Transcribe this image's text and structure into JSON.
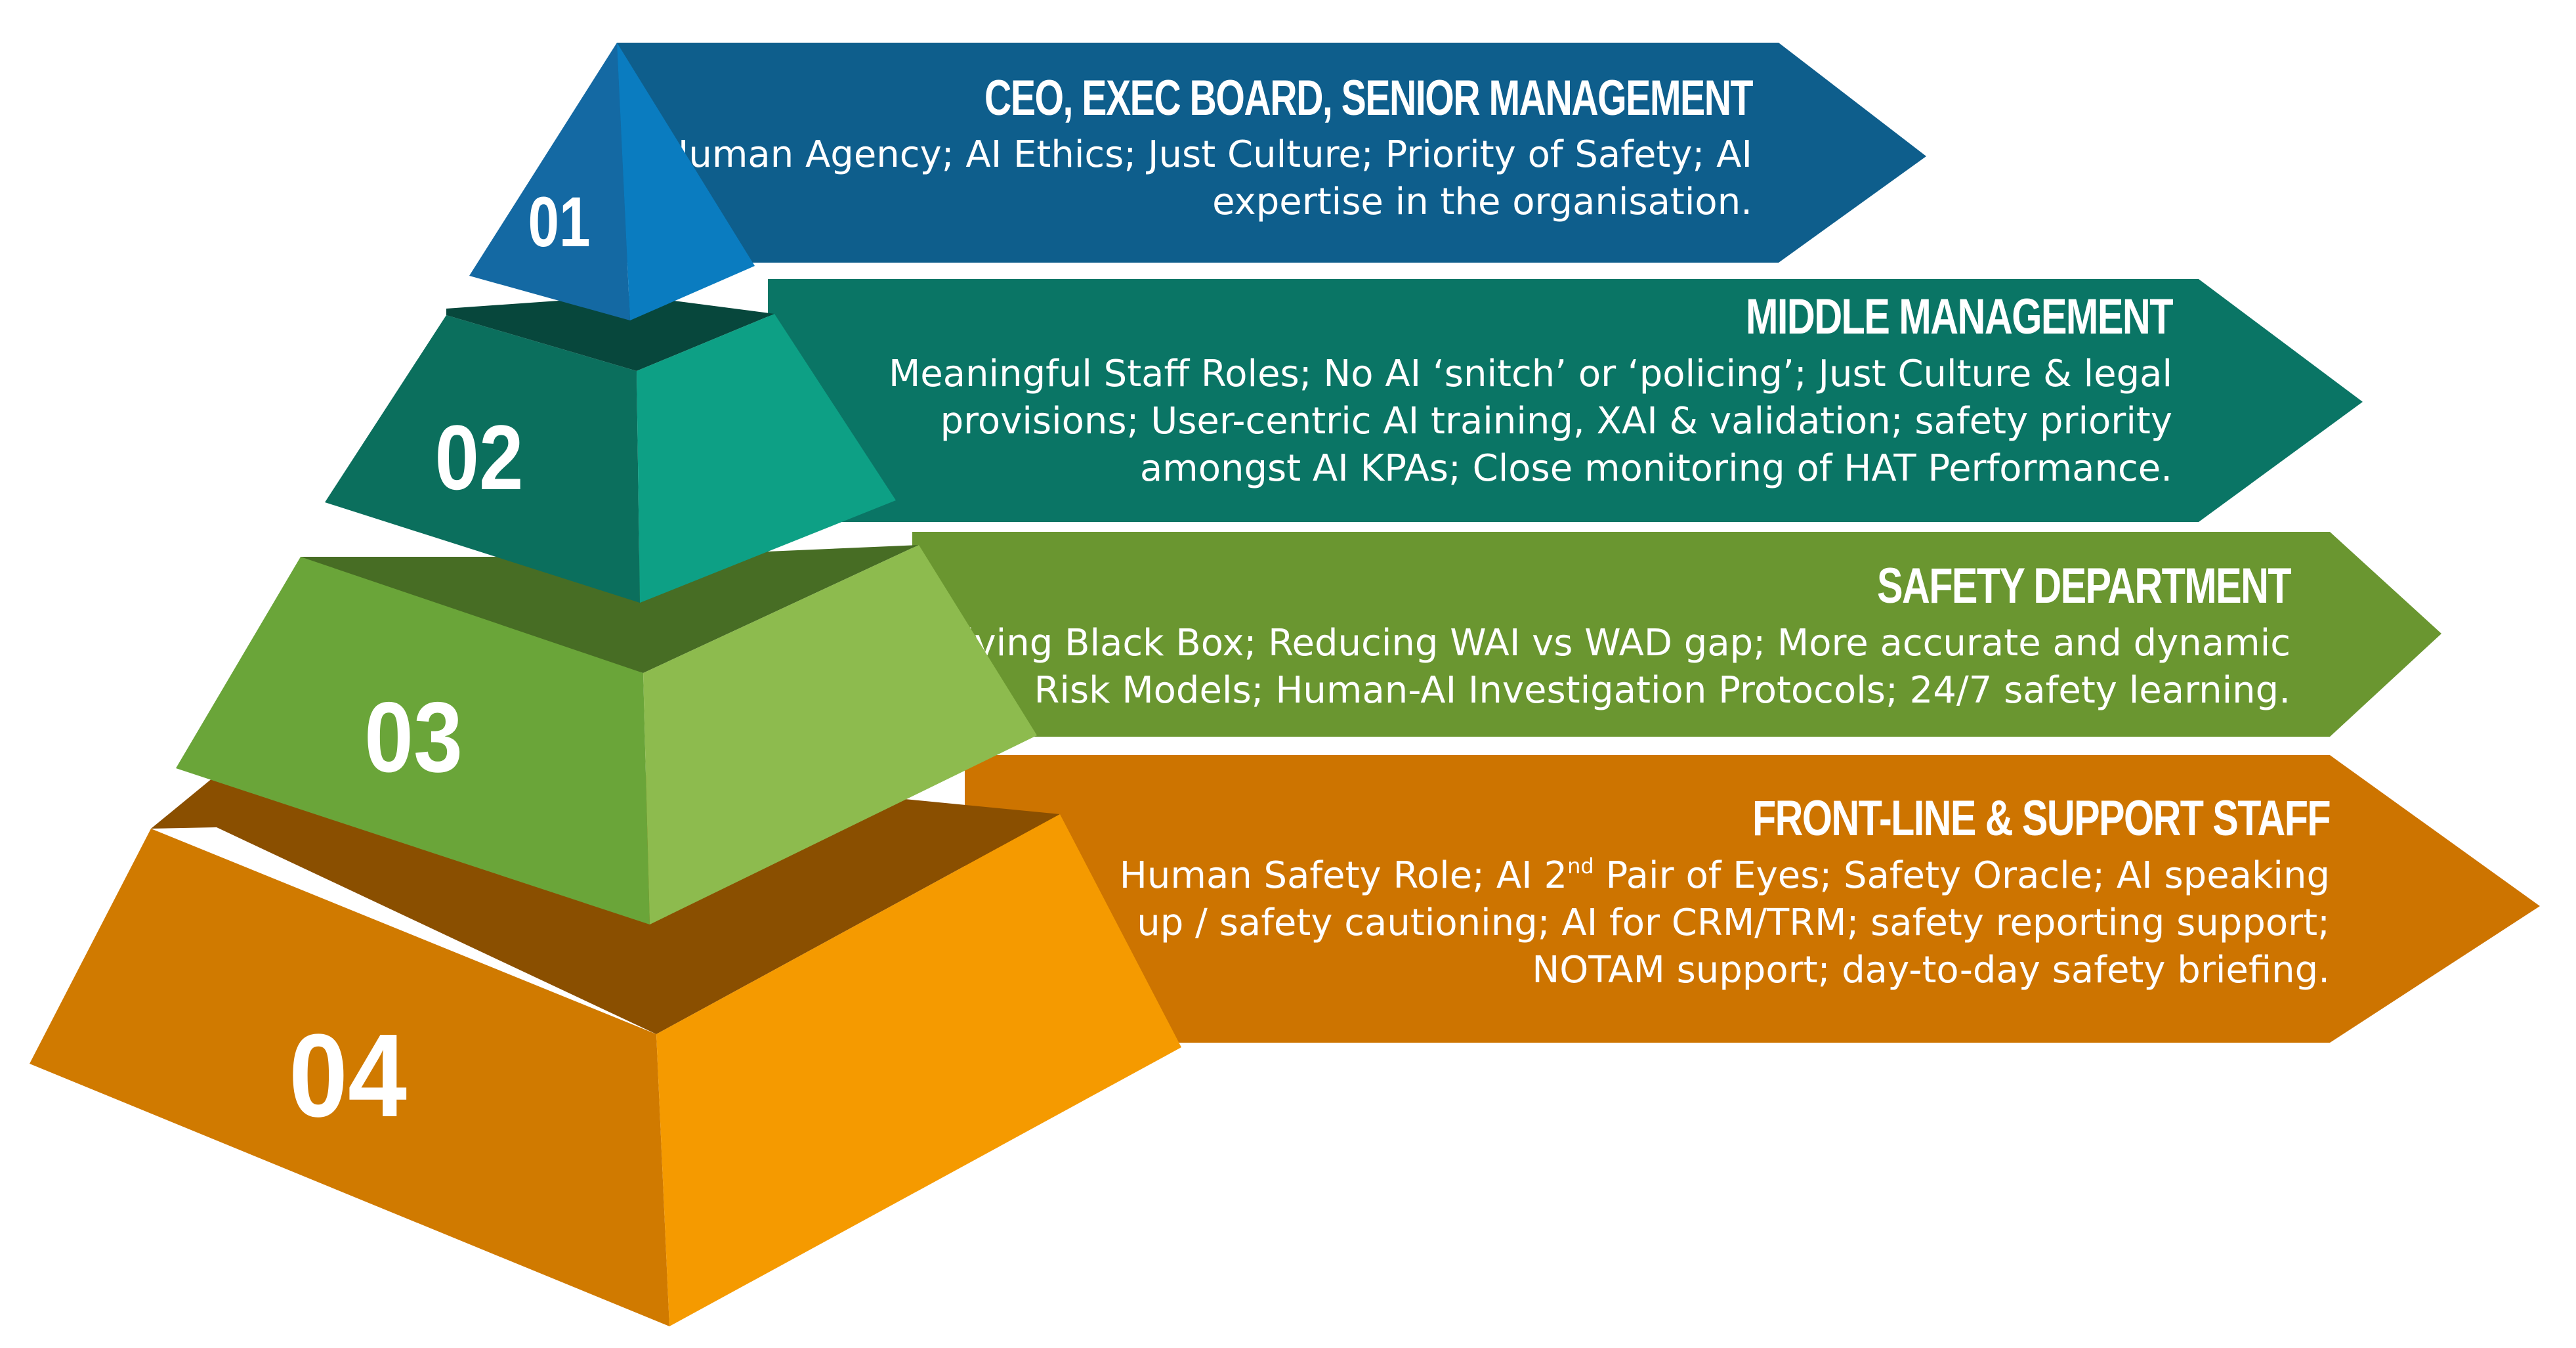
{
  "levels": [
    {
      "number": "01",
      "title": "CEO, EXEC BOARD, SENIOR MANAGEMENT",
      "lines": [
        "Human Agency; AI Ethics; Just Culture; Priority of Safety; AI",
        "expertise in the organisation."
      ],
      "colors": {
        "banner": "#0e5e8c",
        "left_face": "#1469a3",
        "right_face": "#0a7cc0",
        "top_band": "#0b4a6e"
      }
    },
    {
      "number": "02",
      "title": "MIDDLE MANAGEMENT",
      "lines": [
        "Meaningful Staff Roles; No AI ‘snitch’ or ‘policing’; Just Culture & legal",
        "provisions; User-centric AI training, XAI & validation; safety priority",
        "amongst AI KPAs;  Close monitoring of HAT Performance."
      ],
      "colors": {
        "banner": "#0a7565",
        "left_face": "#0b6f5d",
        "right_face": "#0da085",
        "top_band": "#07473c"
      }
    },
    {
      "number": "03",
      "title": "SAFETY DEPARTMENT",
      "lines": [
        "Living Black Box;  Reducing WAI vs WAD gap; More accurate and dynamic",
        "Risk Models;  Human-AI Investigation Protocols; 24/7 safety learning."
      ],
      "colors": {
        "banner": "#6a9630",
        "left_face": "#6aa539",
        "right_face": "#8dbb4e",
        "top_band": "#476d24"
      }
    },
    {
      "number": "04",
      "title": "FRONT-LINE & SUPPORT STAFF",
      "lines": [
        "Human Safety Role;  AI 2nd Pair of Eyes;  Safety Oracle; AI speaking",
        "up / safety cautioning; AI for CRM/TRM;  safety reporting support;",
        "NOTAM support; day-to-day safety briefing."
      ],
      "superscript": {
        "base": "AI 2",
        "sup": "nd",
        "after": " Pair of Eyes;  Safety Oracle; AI speaking",
        "before": "Human Safety Role;  "
      },
      "colors": {
        "banner": "#cd7400",
        "left_face": "#d07a00",
        "right_face": "#f59a00",
        "top_band": "#8a4f00"
      }
    }
  ]
}
